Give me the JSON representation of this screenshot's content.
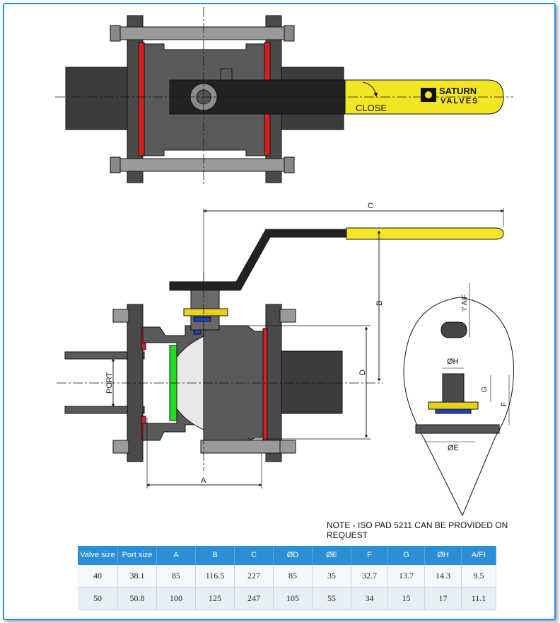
{
  "brand": {
    "name_line1": "SATURN",
    "name_line2": "VALVES"
  },
  "labels": {
    "close": "CLOSE",
    "dim_a": "A",
    "dim_b": "B",
    "dim_c": "C",
    "dim_d": "D",
    "dim_e": "ØE",
    "dim_f": "F",
    "dim_g": "G",
    "dim_h": "ØH",
    "dim_af": "'I' A/F",
    "port": "PORT"
  },
  "note": "NOTE - ISO PAD 5211 CAN BE PROVIDED ON REQUEST",
  "table": {
    "headers": [
      "Valve size",
      "Port size",
      "A",
      "B",
      "C",
      "ØD",
      "ØE",
      "F",
      "G",
      "ØH",
      "A/FI"
    ],
    "rows": [
      [
        "40",
        "38.1",
        "85",
        "116.5",
        "227",
        "85",
        "35",
        "32.7",
        "13.7",
        "14.3",
        "9.5"
      ],
      [
        "50",
        "50.8",
        "100",
        "125",
        "247",
        "105",
        "55",
        "34",
        "15",
        "17",
        "11.1"
      ]
    ]
  },
  "colors": {
    "frame": "#2a8fd6",
    "body": "#5a5a5a",
    "dark": "#2a2a2a",
    "handle_grip": "#f5e625",
    "seal": "#d42020",
    "seat": "#22dd22",
    "gland": "#e8d020"
  }
}
